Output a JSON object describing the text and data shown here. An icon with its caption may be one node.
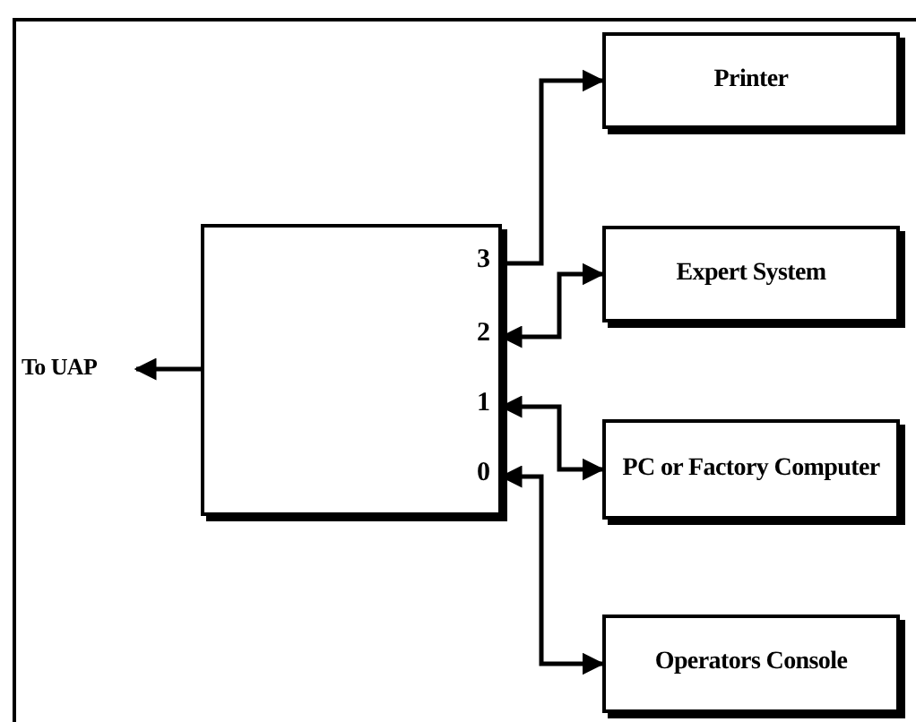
{
  "diagram": {
    "nodes": [
      {
        "text": [],
        "shape": "box"
      },
      {
        "text": [
          "To UAP"
        ]
      },
      {
        "text": [
          "Printer"
        ]
      },
      {
        "text": [
          "Expert System"
        ]
      },
      {
        "text": [
          "PC or Factory Computer"
        ]
      },
      {
        "text": [
          "Operators Console"
        ]
      }
    ],
    "edges": [
      {
        "from": 0,
        "to": 1,
        "arrow": "to"
      },
      {
        "from": 0,
        "to": 2,
        "arrow": "to"
      },
      {
        "from": 0,
        "to": 3,
        "arrow": "both"
      },
      {
        "from": 0,
        "to": 4,
        "arrow": "both"
      },
      {
        "from": 0,
        "to": 5,
        "arrow": "both"
      }
    ],
    "labels": [
      "3",
      "2",
      "1",
      "0"
    ]
  }
}
